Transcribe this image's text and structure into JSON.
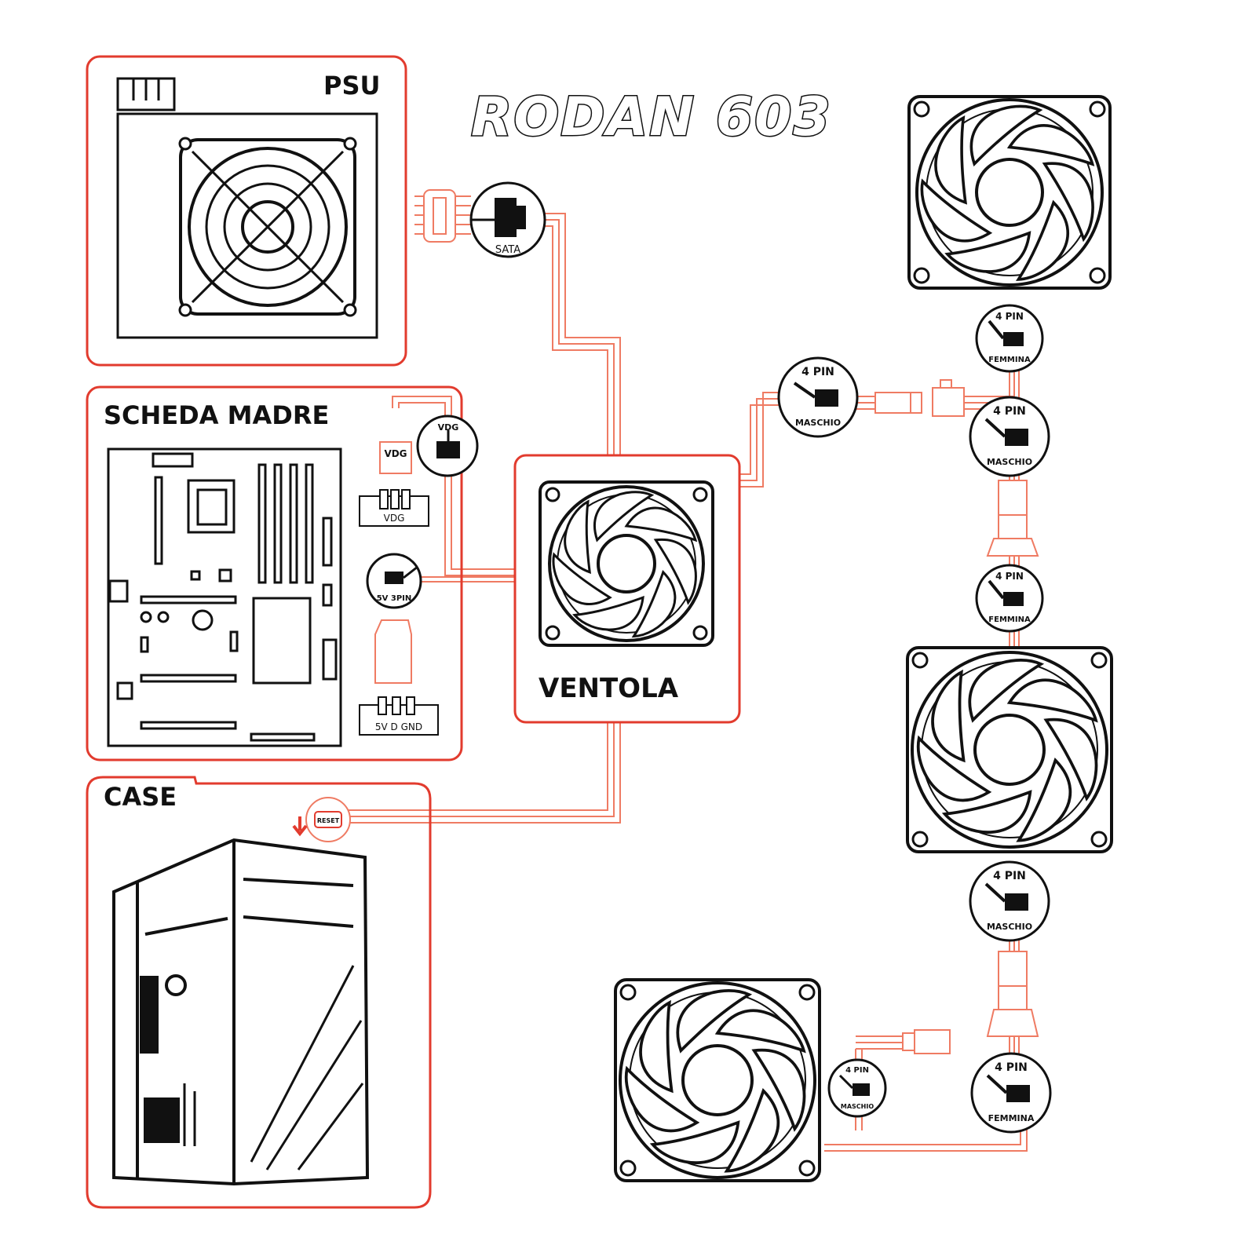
{
  "title": "RODAN 603",
  "colors": {
    "accent": "#e23b2e",
    "wire": "#ef7b63",
    "ink": "#111111"
  },
  "sections": {
    "psu": "PSU",
    "motherboard": "SCHEDA MADRE",
    "case": "CASE",
    "hub_fan": "VENTOLA"
  },
  "connectors": {
    "sata": "SATA",
    "vdg_badge": "VDG",
    "vdg_plug": "VDG",
    "vdg_header": "VDG",
    "argb_badge": "5V 3PIN",
    "argb_header": "5V D  GND",
    "reset": "RESET",
    "pin4": "4 PIN",
    "maschio": "MASCHIO",
    "femmina": "FEMMINA"
  }
}
